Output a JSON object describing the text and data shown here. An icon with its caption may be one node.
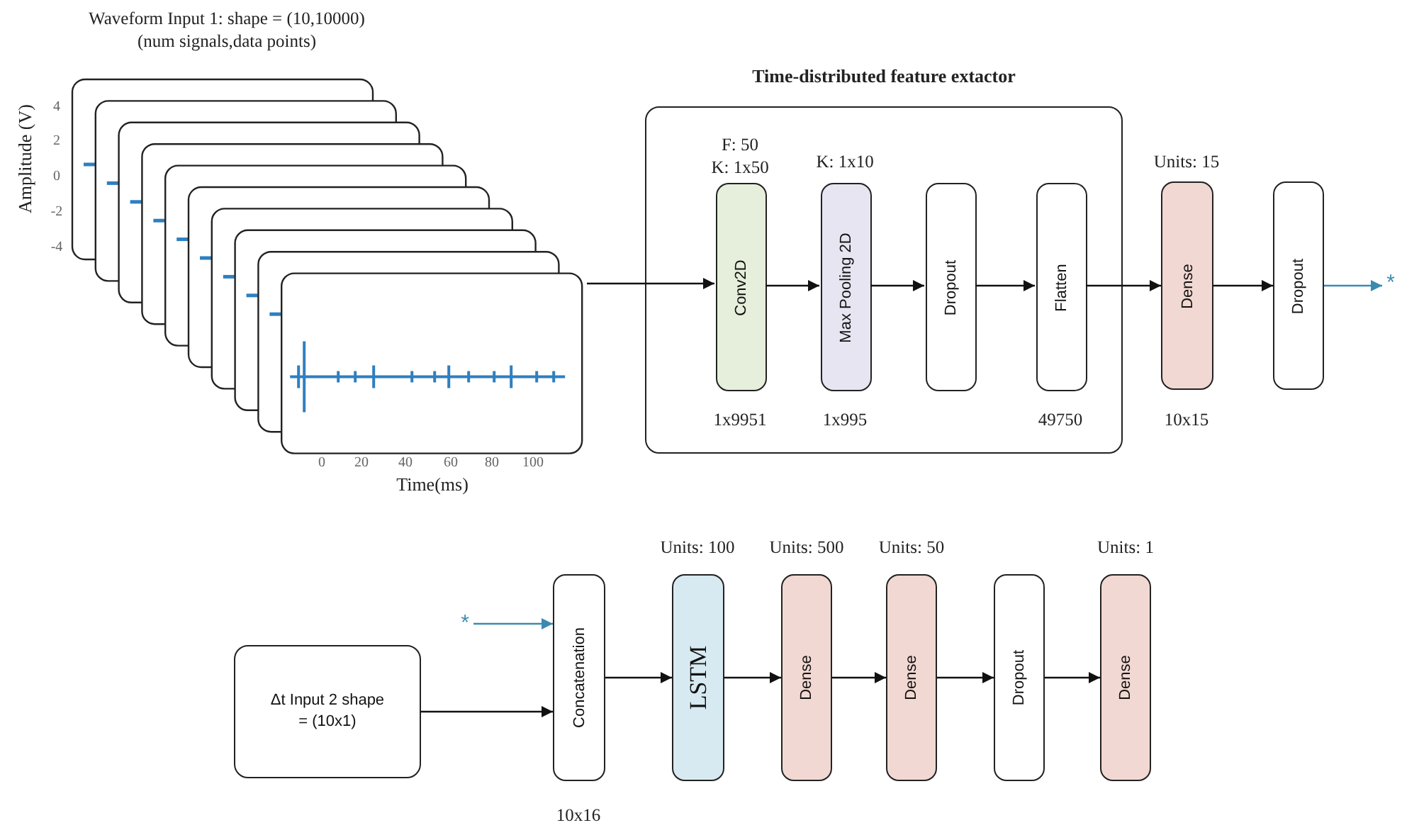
{
  "diagram": {
    "nodes": [
      {
        "text": [],
        "shape": "picture",
        "beside": [
          "Waveform Input 1: shape = (10,10000) (num signals,data points)"
        ]
      },
      {
        "text": [
          "Time-distributed feature extactor"
        ]
      },
      {
        "text": [
          "Conv2D"
        ],
        "in": 1,
        "beside": [
          "F: 50 K: 1x50",
          "1x9951"
        ]
      },
      {
        "text": [
          "Max Pooling 2D"
        ],
        "in": 1,
        "beside": [
          "K: 1x10",
          "1x995"
        ]
      },
      {
        "text": [
          "Dropout"
        ],
        "in": 1
      },
      {
        "text": [
          "Flatten"
        ],
        "in": 1,
        "beside": [
          "49750"
        ]
      },
      {
        "text": [
          "Dense"
        ],
        "beside": [
          "Units: 15",
          "10x15"
        ]
      },
      {
        "text": [
          "Dropout"
        ]
      },
      {
        "text": [
          "*"
        ]
      },
      {
        "text": [
          "*"
        ]
      },
      {
        "text": [
          "Δt Input 2 shape = (10x1)"
        ]
      },
      {
        "text": [
          "Concatenation"
        ],
        "beside": [
          "10x16"
        ]
      },
      {
        "text": [
          "LSTM"
        ],
        "beside": [
          "Units: 100"
        ]
      },
      {
        "text": [
          "Dense"
        ],
        "beside": [
          "Units: 500"
        ]
      },
      {
        "text": [
          "Dense"
        ],
        "beside": [
          "Units: 50"
        ]
      },
      {
        "text": [
          "Dropout"
        ]
      },
      {
        "text": [
          "Dense"
        ],
        "beside": [
          "Units: 1"
        ]
      }
    ],
    "edges": [
      {
        "from": 0,
        "to": 2,
        "arrow": "to"
      },
      {
        "from": 2,
        "to": 3,
        "arrow": "to"
      },
      {
        "from": 3,
        "to": 4,
        "arrow": "to"
      },
      {
        "from": 4,
        "to": 5,
        "arrow": "to"
      },
      {
        "from": 5,
        "to": 6,
        "arrow": "to"
      },
      {
        "from": 6,
        "to": 7,
        "arrow": "to"
      },
      {
        "from": 7,
        "to": 8,
        "arrow": "to",
        "color": "#3b8bb0"
      },
      {
        "from": 9,
        "to": 11,
        "arrow": "to",
        "color": "#3b8bb0"
      },
      {
        "from": 10,
        "to": 11,
        "arrow": "to"
      },
      {
        "from": 11,
        "to": 12,
        "arrow": "to"
      },
      {
        "from": 12,
        "to": 13,
        "arrow": "to"
      },
      {
        "from": 13,
        "to": 14,
        "arrow": "to"
      },
      {
        "from": 14,
        "to": 15,
        "arrow": "to"
      },
      {
        "from": 15,
        "to": 16,
        "arrow": "to"
      }
    ],
    "labels": [
      "Amplitude (V)",
      "4",
      "2",
      "0",
      "-2",
      "-4",
      "0",
      "20",
      "40",
      "60",
      "80",
      "100",
      "Time(ms)"
    ]
  }
}
